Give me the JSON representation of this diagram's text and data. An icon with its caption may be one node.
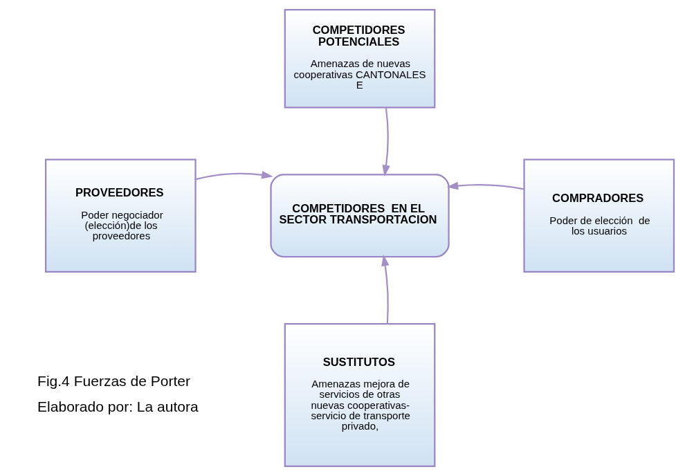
{
  "diagram": {
    "nodes": [
      {
        "text": [
          "COMPETIDORES POTENCIALES",
          "Amenazas de nuevas cooperativas CANTONALES E"
        ]
      },
      {
        "text": [
          "PROVEEDORES",
          "Poder negociador (elección)de los proveedores"
        ]
      },
      {
        "text": [
          "COMPETIDORES  EN EL SECTOR TRANSPORTACION"
        ]
      },
      {
        "text": [
          "COMPRADORES",
          "Poder de elección  de los usuarios"
        ]
      },
      {
        "text": [
          "SUSTITUTOS",
          "Amenazas mejora de servicios de otras  nuevas cooperativas- servicio de transporte privado,"
        ]
      }
    ],
    "edges": [
      {
        "from": 0,
        "to": 2,
        "arrow": "to"
      },
      {
        "from": 1,
        "to": 2,
        "arrow": "to"
      },
      {
        "from": 3,
        "to": 2,
        "arrow": "to"
      },
      {
        "from": 4,
        "to": 2,
        "arrow": "to"
      }
    ],
    "labels": [
      "Fig.4 Fuerzas de Porter",
      "Elaborado por: La autora"
    ]
  }
}
